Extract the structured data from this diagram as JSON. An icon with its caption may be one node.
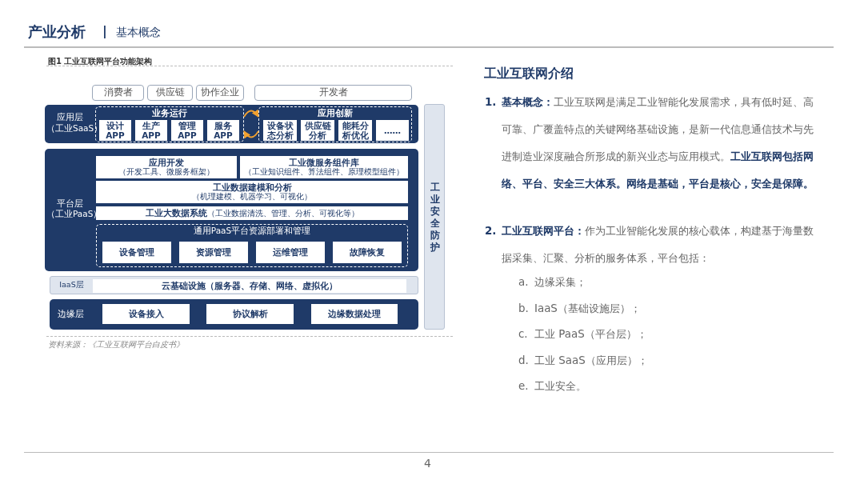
{
  "diagram": {
    "title": "工业互联网介绍",
    "nodes": [
      {
        "text": [
          "消费者"
        ]
      },
      {
        "text": [
          "供应链"
        ]
      },
      {
        "text": [
          "协作企业"
        ]
      },
      {
        "text": [
          "开发者"
        ]
      },
      {
        "text": [
          "应用层（工业SaaS）"
        ]
      },
      {
        "text": [
          "业务运行"
        ],
        "in": 4
      },
      {
        "text": [
          "设计APP"
        ],
        "in": 5
      },
      {
        "text": [
          "生产APP"
        ],
        "in": 5
      },
      {
        "text": [
          "管理APP"
        ],
        "in": 5
      },
      {
        "text": [
          "服务APP"
        ],
        "in": 5
      },
      {
        "text": [
          "应用创新"
        ],
        "in": 4
      },
      {
        "text": [
          "设备状态分析"
        ],
        "in": 10
      },
      {
        "text": [
          "供应链分析"
        ],
        "in": 10
      },
      {
        "text": [
          "能耗分析优化"
        ],
        "in": 10
      },
      {
        "text": [
          "……"
        ],
        "in": 10
      },
      {
        "text": [
          "平台层（工业PaaS）"
        ]
      },
      {
        "text": [
          "应用开发",
          "（开发工具、微服务框架）"
        ],
        "in": 15
      },
      {
        "text": [
          "工业微服务组件库",
          "（工业知识组件、算法组件、原理模型组件）"
        ],
        "in": 15
      },
      {
        "text": [
          "工业数据建模和分析",
          "（机理建模、机器学习、可视化）"
        ],
        "in": 15
      },
      {
        "text": [
          "工业大数据系统",
          "（工业数据清洗、管理、分析、可视化等）"
        ],
        "in": 15
      },
      {
        "text": [
          "通用PaaS平台资源部署和管理"
        ],
        "in": 15
      },
      {
        "text": [
          "设备管理"
        ],
        "in": 20
      },
      {
        "text": [
          "资源管理"
        ],
        "in": 20
      },
      {
        "text": [
          "运维管理"
        ],
        "in": 20
      },
      {
        "text": [
          "故障恢复"
        ],
        "in": 20
      },
      {
        "text": [
          "IaaS层"
        ]
      },
      {
        "text": [
          "云基础设施（服务器、存储、网络、虚拟化）"
        ],
        "in": 25
      },
      {
        "text": [
          "边缘层"
        ]
      },
      {
        "text": [
          "设备接入"
        ],
        "in": 27
      },
      {
        "text": [
          "协议解析"
        ],
        "in": 27
      },
      {
        "text": [
          "边缘数据处理"
        ],
        "in": 27
      },
      {
        "text": [
          "工业安全防护"
        ]
      }
    ],
    "edges": [
      {
        "from": 5,
        "to": 10,
        "arrow": "to"
      },
      {
        "from": 10,
        "to": 5,
        "arrow": "to"
      }
    ],
    "labels": [
      "产业分析",
      "|",
      "基本概念",
      "图1 工业互联网平台功能架构",
      "资料来源：《工业互联网平台白皮书》",
      "1.",
      "**基本概念：**工业互联网是满足工业智能化发展需求，具有低时延、高可靠、广覆盖特点的关键网络基础设施，是新一代信息通信技术与先进制造业深度融合所形成的新兴业态与应用模式。**工业互联网包括网络、平台、安全三大体系。网络是基础，平台是核心，安全是保障。**",
      "2.",
      "**工业互联网平台：**作为工业智能化发展的核心载体，构建基于海量数据采集、汇聚、分析的服务体系，平台包括：",
      "a.",
      "边缘采集；",
      "b.",
      "IaaS（基础设施层）；",
      "c.",
      "工业 PaaS（平台层）；",
      "d.",
      "工业 SaaS（应用层）；",
      "e.",
      "工业安全。",
      "4"
    ]
  }
}
